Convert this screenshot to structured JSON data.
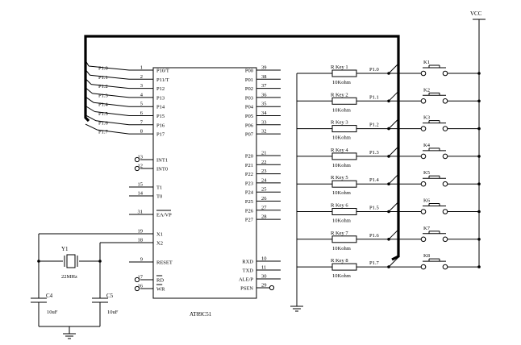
{
  "chip": {
    "name": "AT89C51",
    "left_top": [
      {
        "num": "1",
        "label": "P10/T"
      },
      {
        "num": "2",
        "label": "P11/T"
      },
      {
        "num": "3",
        "label": "P12"
      },
      {
        "num": "4",
        "label": "P13"
      },
      {
        "num": "5",
        "label": "P14"
      },
      {
        "num": "6",
        "label": "P15"
      },
      {
        "num": "7",
        "label": "P16"
      },
      {
        "num": "8",
        "label": "P17"
      }
    ],
    "left_mid": [
      {
        "num": "13",
        "label": "INT1",
        "bubble": true
      },
      {
        "num": "12",
        "label": "INT0",
        "bubble": true
      },
      {
        "num": "15",
        "label": "T1"
      },
      {
        "num": "14",
        "label": "T0"
      },
      {
        "num": "31",
        "label": "EA/VP",
        "overline": true
      }
    ],
    "left_bottom": [
      {
        "num": "19",
        "label": "X1"
      },
      {
        "num": "18",
        "label": "X2"
      },
      {
        "num": "9",
        "label": "RESET"
      },
      {
        "num": "17",
        "label": "RD",
        "bubble": true,
        "overline": true
      },
      {
        "num": "16",
        "label": "WR",
        "bubble": true,
        "overline": true
      }
    ],
    "right_top": [
      {
        "num": "39",
        "label": "P00"
      },
      {
        "num": "38",
        "label": "P01"
      },
      {
        "num": "37",
        "label": "P02"
      },
      {
        "num": "36",
        "label": "P03"
      },
      {
        "num": "35",
        "label": "P04"
      },
      {
        "num": "34",
        "label": "P05"
      },
      {
        "num": "33",
        "label": "P06"
      },
      {
        "num": "32",
        "label": "P07"
      }
    ],
    "right_mid": [
      {
        "num": "21",
        "label": "P20"
      },
      {
        "num": "22",
        "label": "P21"
      },
      {
        "num": "23",
        "label": "P22"
      },
      {
        "num": "24",
        "label": "P23"
      },
      {
        "num": "25",
        "label": "P24"
      },
      {
        "num": "26",
        "label": "P25"
      },
      {
        "num": "27",
        "label": "P26"
      },
      {
        "num": "28",
        "label": "P27"
      }
    ],
    "right_bottom": [
      {
        "num": "10",
        "label": "RXD"
      },
      {
        "num": "11",
        "label": "TXD"
      },
      {
        "num": "30",
        "label": "ALE/P"
      },
      {
        "num": "29",
        "label": "PSEN",
        "bubble": true
      }
    ]
  },
  "bus_labels": [
    "P1.0",
    "P1.1",
    "P1.2",
    "P1.3",
    "P1.4",
    "P1.5",
    "P1.6",
    "P1.7"
  ],
  "keys": [
    {
      "resistor": "R Key 1",
      "value": "10Kohm",
      "port": "P1.0",
      "switch": "K1"
    },
    {
      "resistor": "R Key 2",
      "value": "10Kohm",
      "port": "P1.1",
      "switch": "K2"
    },
    {
      "resistor": "R Key 3",
      "value": "10Kohm",
      "port": "P1.2",
      "switch": "K3"
    },
    {
      "resistor": "R Key 4",
      "value": "10Kohm",
      "port": "P1.3",
      "switch": "K4"
    },
    {
      "resistor": "R Key 5",
      "value": "10Kohm",
      "port": "P1.4",
      "switch": "K5"
    },
    {
      "resistor": "R Key 6",
      "value": "10Kohm",
      "port": "P1.5",
      "switch": "K6"
    },
    {
      "resistor": "R Key 7",
      "value": "10Kohm",
      "port": "P1.6",
      "switch": "K7"
    },
    {
      "resistor": "R Key 8",
      "value": "10Kohm",
      "port": "P1.7",
      "switch": "K8"
    }
  ],
  "vcc": "VCC",
  "crystal": {
    "name": "Y1",
    "value": "22MHz"
  },
  "capacitors": [
    {
      "name": "C4",
      "value": "10uF"
    },
    {
      "name": "C5",
      "value": "10uF"
    }
  ]
}
